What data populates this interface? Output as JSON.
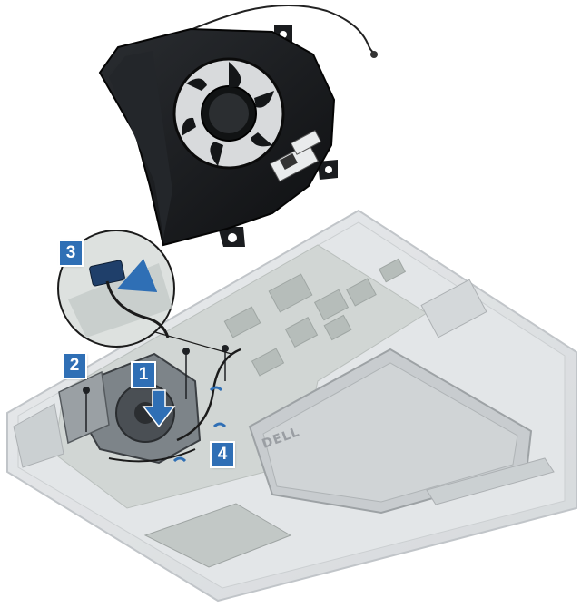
{
  "colors": {
    "badge": "#2f6fb5",
    "fan_body": "#17191c",
    "laptop_shell": "#d9dcdf",
    "board": "#c5ccc9",
    "cable": "#1b1b1b"
  },
  "steps": [
    {
      "label": "1"
    },
    {
      "label": "2"
    },
    {
      "label": "3"
    },
    {
      "label": "4"
    }
  ],
  "battery": {
    "brand": "DELL"
  },
  "icons": {
    "fan": "cooling-fan",
    "arrow": "direction-arrow",
    "screw": "screw-icon"
  }
}
